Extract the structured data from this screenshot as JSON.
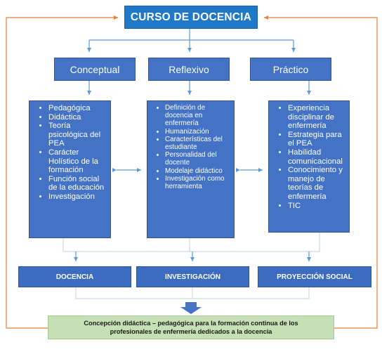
{
  "title": "CURSO DE DOCENCIA",
  "categories": [
    "Conceptual",
    "Reflexivo",
    "Práctico"
  ],
  "lists": {
    "conceptual": [
      "Pedagógica",
      "Didáctica",
      "Teoría psicológica del PEA",
      "Carácter Holístico de la formación",
      "Función social de la educación",
      "Investigación"
    ],
    "reflexivo": [
      "Definición de docencia en enfermería",
      "Humanización",
      "Características del estudiante",
      "Personalidad del docente",
      "Modelaje didáctico",
      "Investigación como herramienta"
    ],
    "practico": [
      "Experiencia disciplinar de enfermería",
      "Estrategia para el PEA",
      "Habilidad comunicacional",
      "Conocimiento y manejo de teorías de enfermería",
      "TIC"
    ]
  },
  "outcomes": [
    "DOCENCIA",
    "INVESTIGACIÓN",
    "PROYECCIÓN SOCIAL"
  ],
  "conclusion": {
    "line1": "Concepción didáctica – pedagógica para la formación continua de los",
    "line2": "profesionales de enfermería dedicados a la docencia"
  },
  "colors": {
    "box_blue": "#4472c4",
    "title_blue": "#1f78c8",
    "connector_blue": "#5b9bd5",
    "feedback_orange": "#ed7d31",
    "conclusion_green": "#c5e0b4"
  }
}
